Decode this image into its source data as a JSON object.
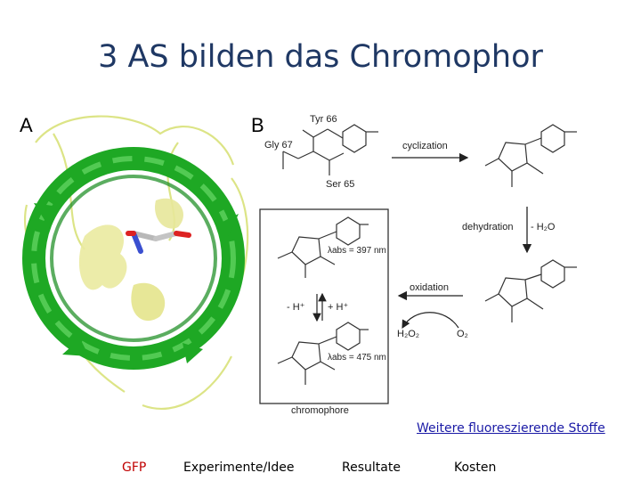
{
  "slide": {
    "title": "3 AS bilden das Chromophor"
  },
  "panels": {
    "a_label": "A",
    "b_label": "B"
  },
  "scheme": {
    "tyr": "Tyr 66",
    "gly": "Gly 67",
    "ser": "Ser 65",
    "step1": "cyclization",
    "step2": "dehydration",
    "water": "- H₂O",
    "step3": "oxidation",
    "o2": "O₂",
    "h2o2": "H₂O₂",
    "lambda1": "λabs = 397 nm",
    "lambda2": "λabs = 475 nm",
    "minus_h": "- H⁺",
    "plus_h": "+ H⁺",
    "chromophore": "chromophore"
  },
  "link": {
    "label": "Weitere fluoreszierende Stoffe"
  },
  "nav": [
    {
      "label": "GFP",
      "active": true
    },
    {
      "label": "Experimente/Idee",
      "active": false
    },
    {
      "label": "Resultate",
      "active": false
    },
    {
      "label": "Kosten",
      "active": false
    }
  ],
  "colors": {
    "title": "#1f3864",
    "beta_sheet": "#22b02a",
    "helix": "#e8e89a",
    "link": "#1a1aa6",
    "active_nav": "#c00000"
  }
}
